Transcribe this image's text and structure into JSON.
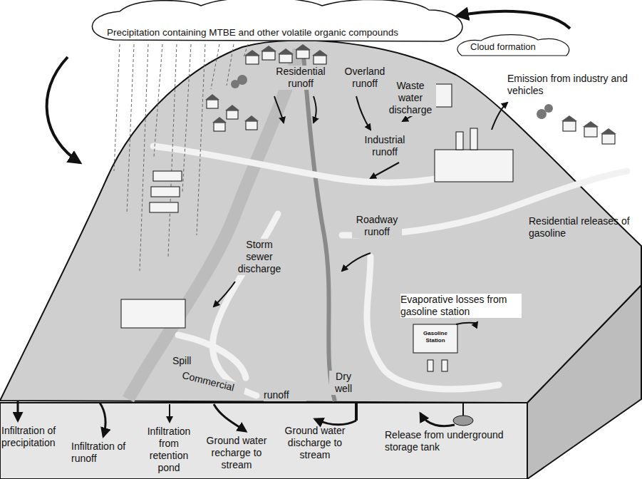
{
  "diagram": {
    "labels": [
      "Precipitation containing MTBE and other volatile organic compounds",
      "Cloud formation",
      "Emission from industry and vehicles",
      "Residential runoff",
      "Overland runoff",
      "Waste water discharge",
      "Industrial runoff",
      "Residential releases of gasoline",
      "Roadway runoff",
      "Storm sewer discharge",
      "Evaporative losses from gasoline station",
      "Gasoline Station",
      "Spill",
      "Commercial",
      "runoff",
      "Dry well",
      "Infiltration of precipitation",
      "Infiltration of runoff",
      "Infiltration from retention pond",
      "Ground water recharge to stream",
      "Ground water discharge to stream",
      "Release from underground storage tank"
    ]
  }
}
